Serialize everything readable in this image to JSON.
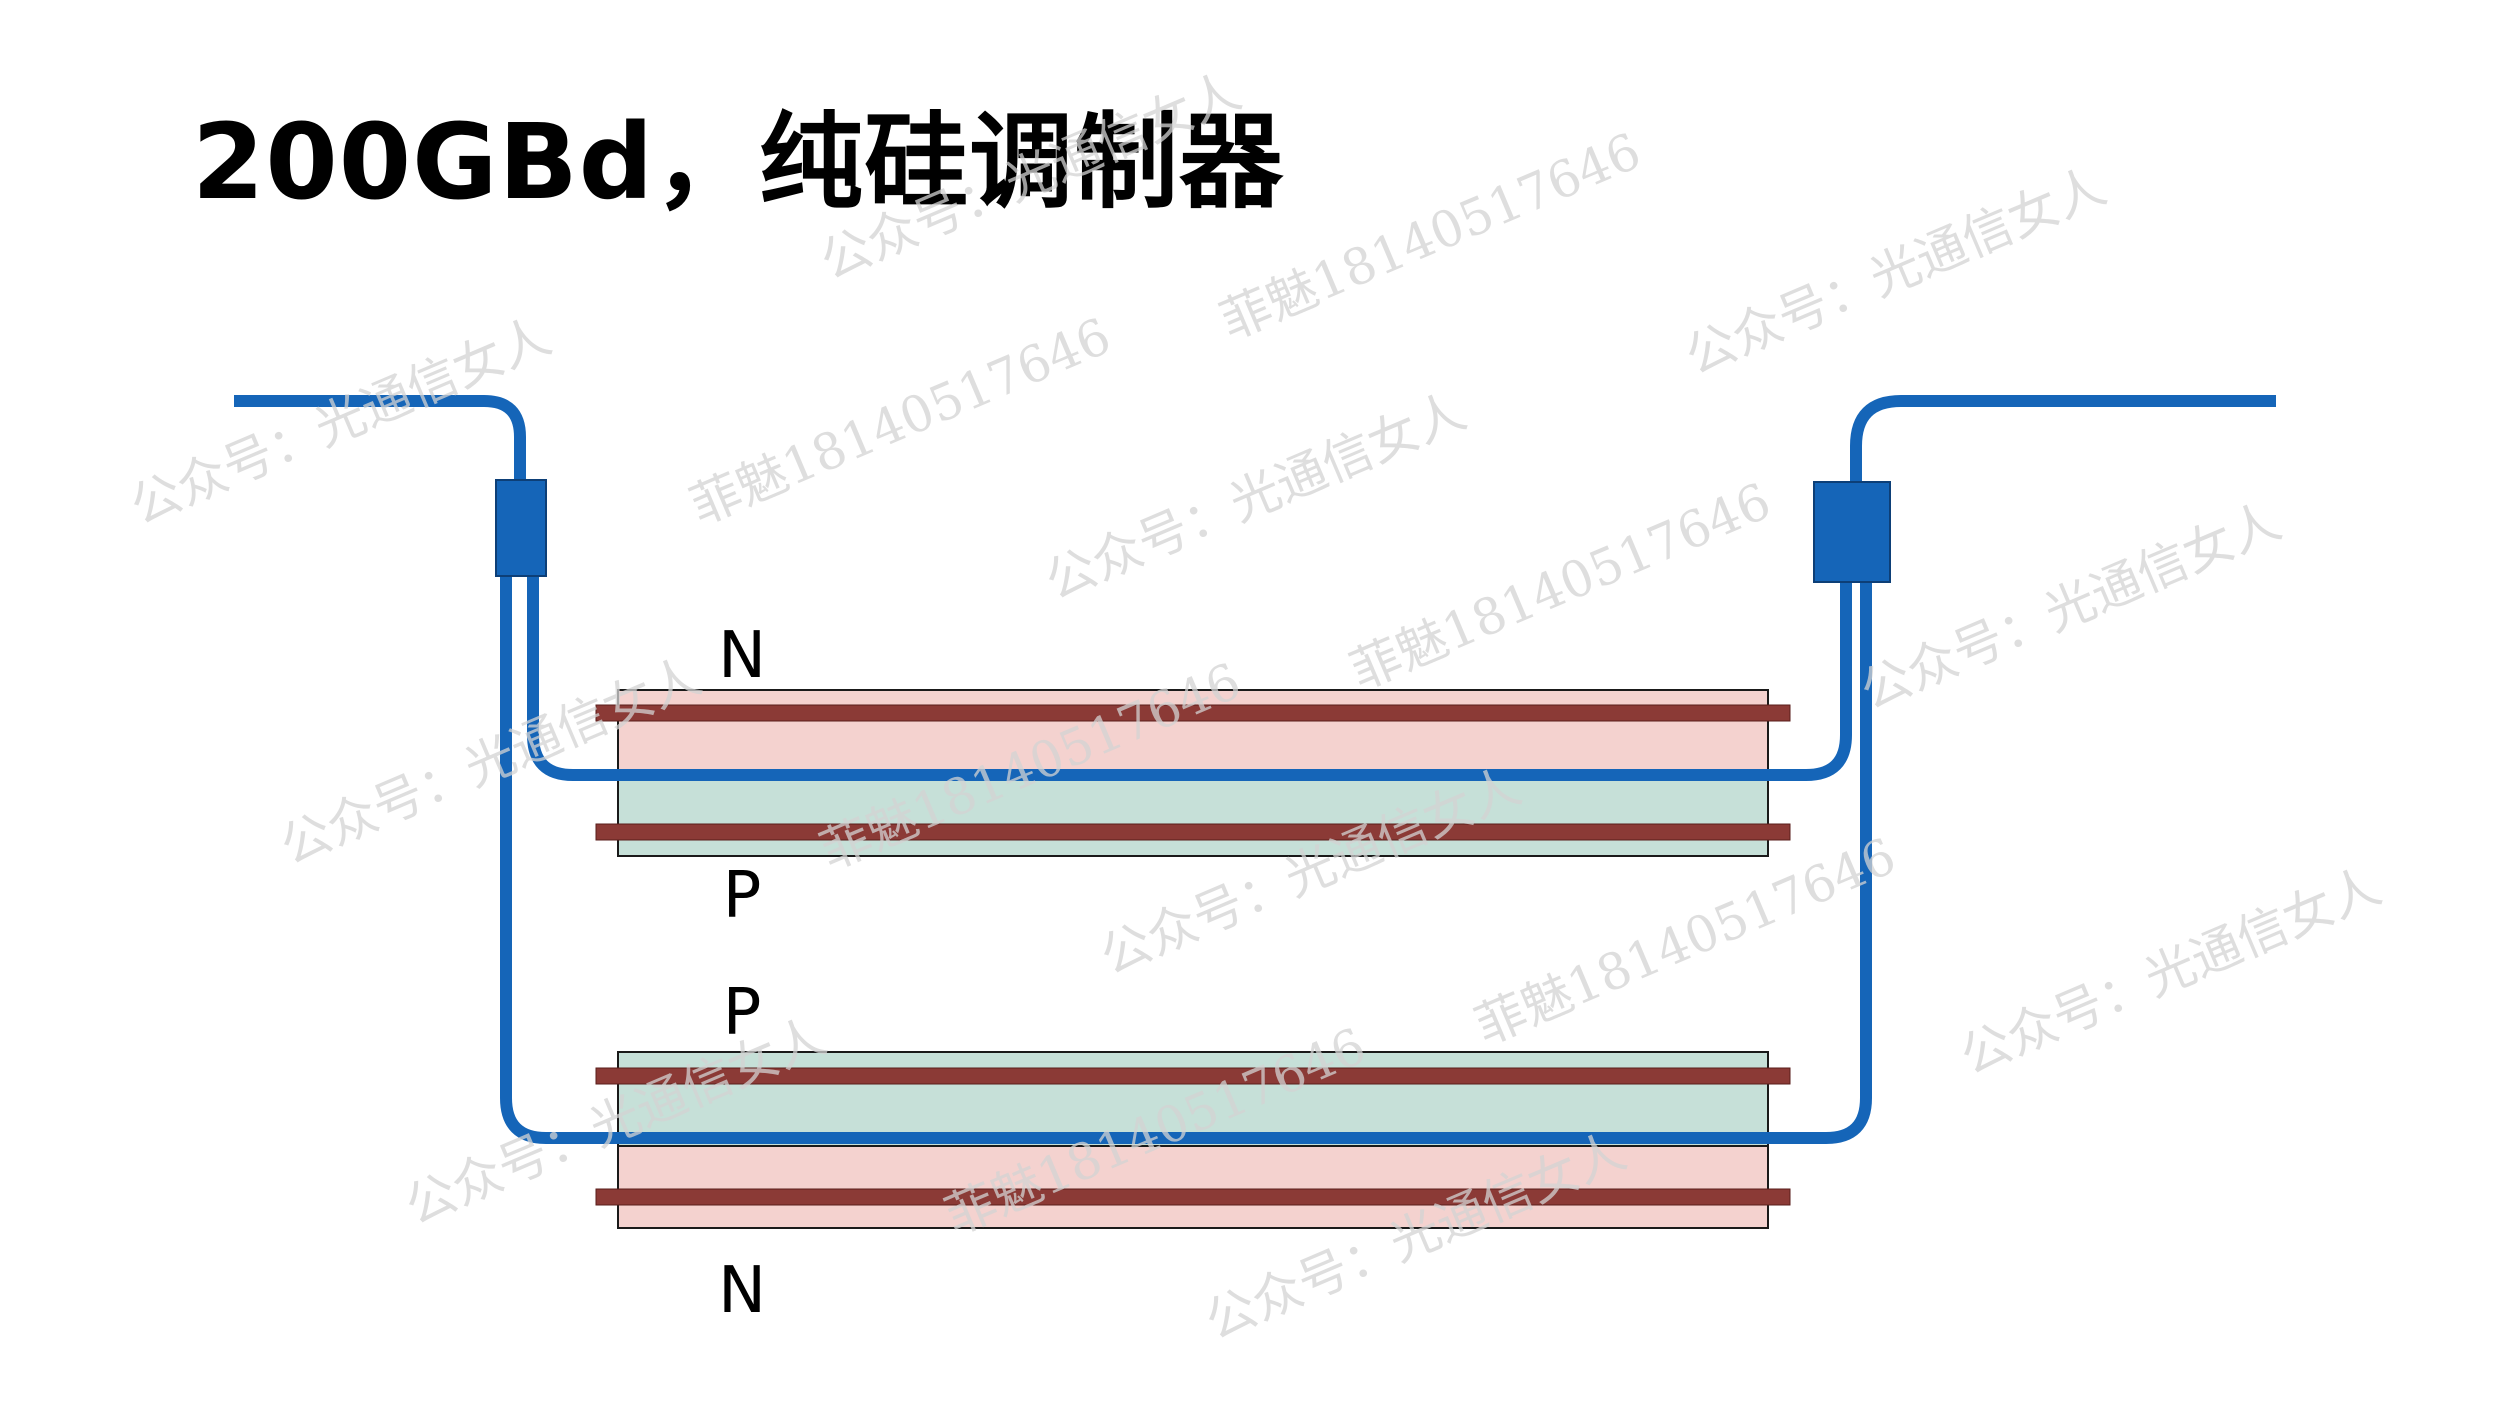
{
  "title": "200GBd，纯硅调制器",
  "labels": {
    "upper_top": "N",
    "upper_bottom": "P",
    "lower_top": "P",
    "lower_bottom": "N"
  },
  "watermark": {
    "account": "公众号：光通信女人",
    "contact": "菲魅18140517646"
  },
  "colors": {
    "waveguide": "#1565b8",
    "n_region": "#f4d2cf",
    "p_region": "#c6e0d8",
    "electrode": "#8b3a36",
    "title": "#000000"
  }
}
